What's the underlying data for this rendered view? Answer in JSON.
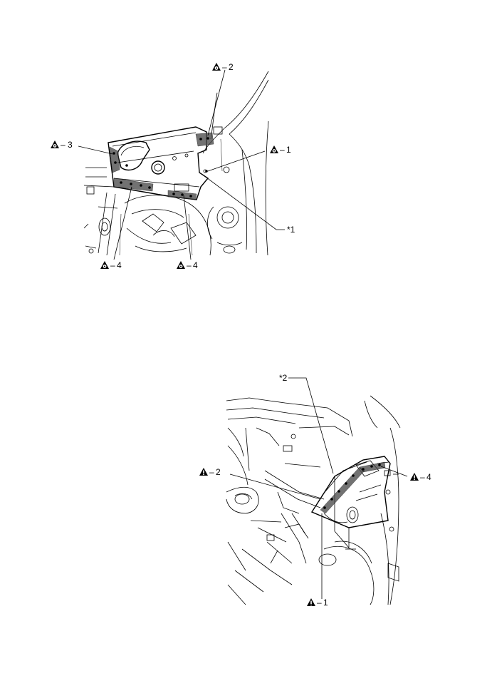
{
  "callouts_top": {
    "c2": "2",
    "c3": "3",
    "c1": "1",
    "c4a": "4",
    "c4b": "4",
    "star1": "*1"
  },
  "callouts_bottom": {
    "star2": "*2",
    "t2": "2",
    "t4": "4",
    "t1": "1"
  },
  "icons": {
    "circle_triangle": "triangle-with-circle-icon",
    "exclaim_triangle": "triangle-with-exclamation-icon"
  }
}
